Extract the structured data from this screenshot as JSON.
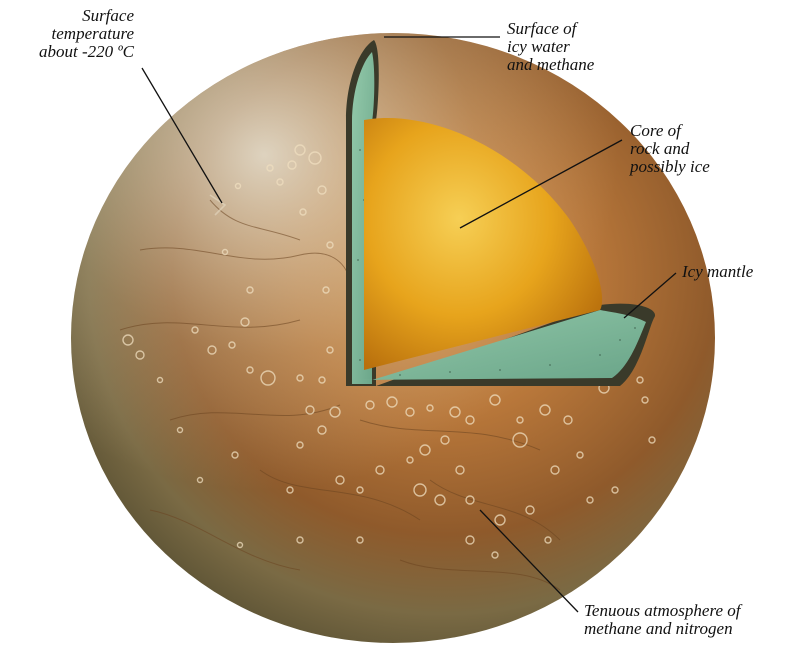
{
  "labels": {
    "surface_temperature": [
      "Surface",
      "temperature",
      "about -220 ºC"
    ],
    "surface_icy": [
      "Surface of",
      "icy water",
      "and methane"
    ],
    "core": [
      "Core of",
      "rock and",
      "possibly ice"
    ],
    "mantle": [
      "Icy mantle"
    ],
    "atmosphere": [
      "Tenuous atmosphere of",
      "methane and nitrogen"
    ]
  },
  "colors": {
    "surface_brown": "#b87a3c",
    "core_yellow": "#e8a81c",
    "mantle_green": "#7fb79a",
    "crust_line": "#3a3a2a"
  }
}
